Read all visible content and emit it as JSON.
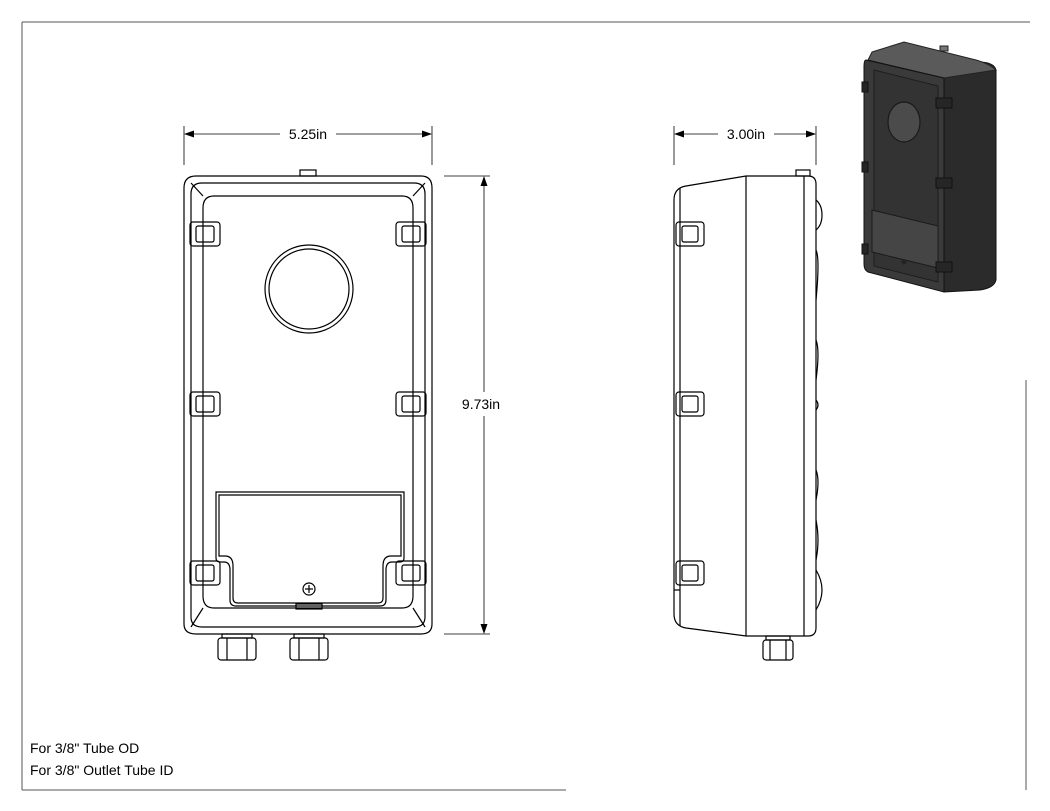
{
  "dimensions": {
    "front_width": "5.25in",
    "height": "9.73in",
    "side_depth": "3.00in"
  },
  "notes": [
    "For 3/8\" Tube OD",
    "For 3/8\" Outlet Tube ID"
  ],
  "colors": {
    "line": "#000000",
    "frame": "#555555",
    "render_body": "#3a3a3a",
    "render_side": "#2b2b2b",
    "render_top": "#5a5a5a"
  }
}
